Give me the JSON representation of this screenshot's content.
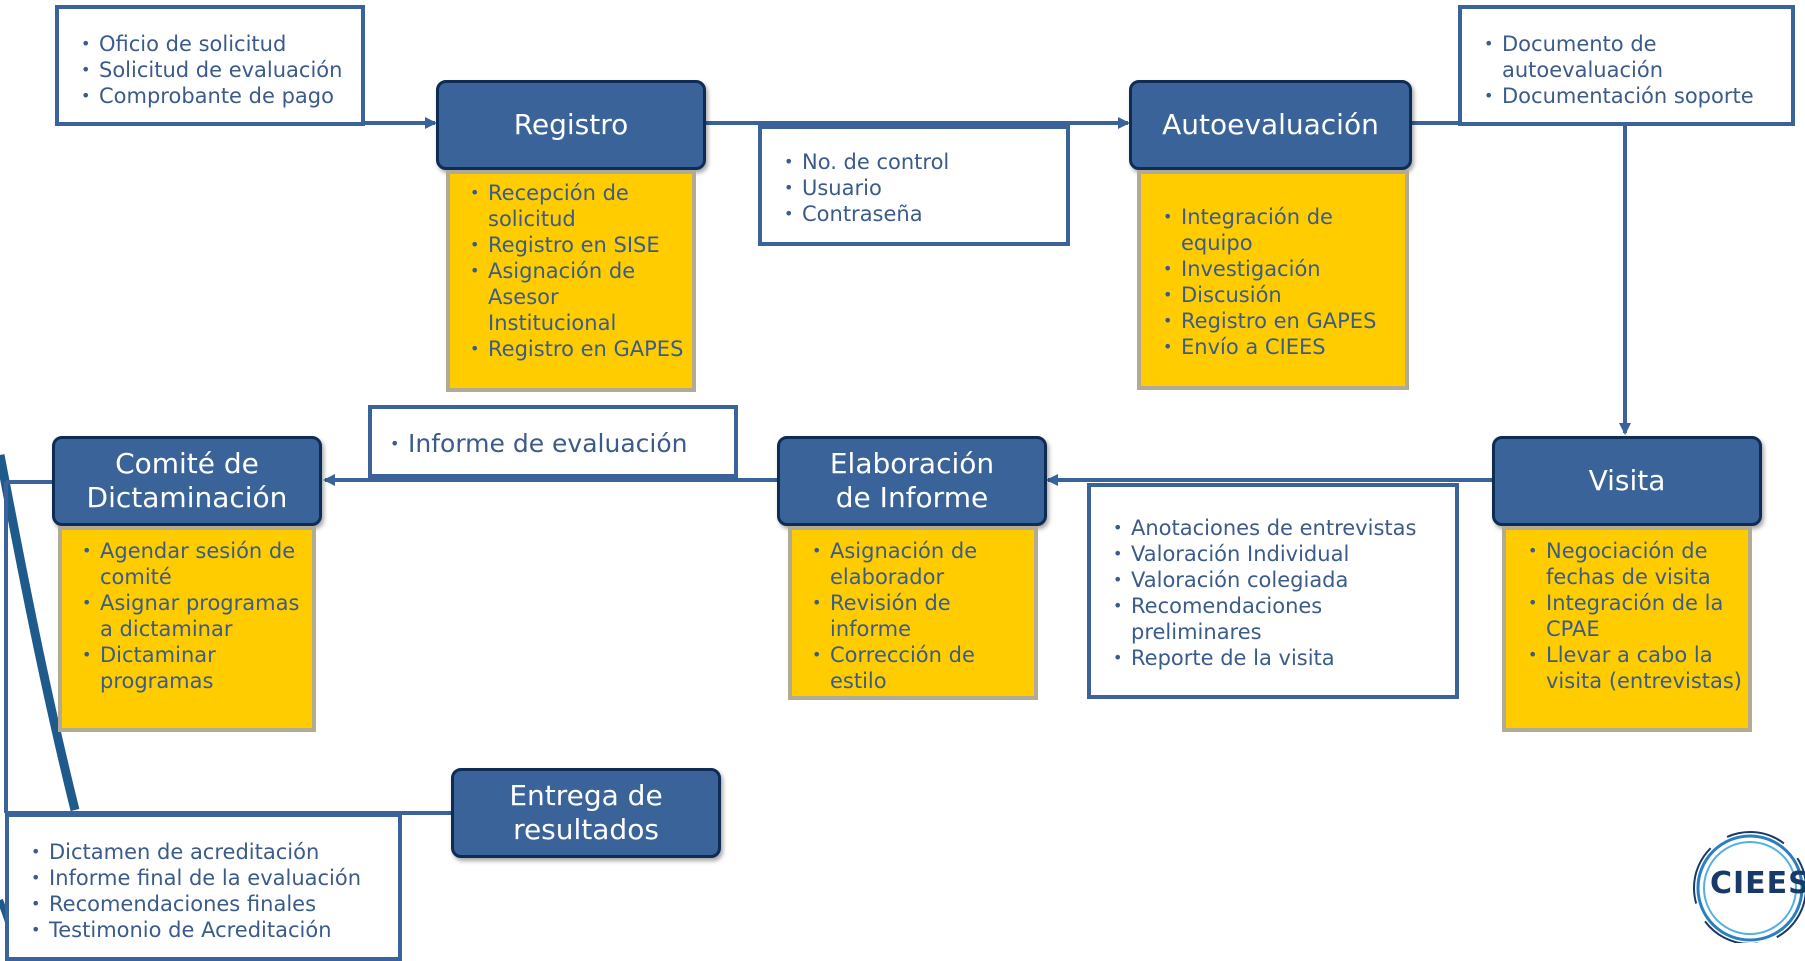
{
  "stages": {
    "registro": "Registro",
    "autoevaluacion": "Autoevaluación",
    "visita": "Visita",
    "elaboracion_line1": "Elaboración",
    "elaboracion_line2": "de Informe",
    "comite_line1": "Comité de",
    "comite_line2": "Dictaminación",
    "entrega_line1": "Entrega de",
    "entrega_line2": "resultados"
  },
  "notes": {
    "inputs": [
      "Oficio de solicitud",
      "Solicitud de evaluación",
      "Comprobante de pago"
    ],
    "credentials": [
      "No. de control",
      "Usuario",
      "Contraseña"
    ],
    "autoeval_docs": [
      "Documento de autoevaluación",
      "Documentación soporte"
    ],
    "visita_outputs": [
      "Anotaciones de entrevistas",
      "Valoración Individual",
      "Valoración colegiada",
      "Recomendaciones preliminares",
      "Reporte de la visita"
    ],
    "informe": [
      "Informe de evaluación"
    ],
    "resultados": [
      "Dictamen de acreditación",
      "Informe final de la evaluación",
      "Recomendaciones finales",
      "Testimonio de Acreditación"
    ]
  },
  "tasks": {
    "registro": [
      "Recepción de solicitud",
      "Registro en SISE",
      "Asignación de Asesor Institucional",
      "Registro en GAPES"
    ],
    "autoevaluacion": [
      "Integración de equipo",
      "Investigación",
      "Discusión",
      "Registro en GAPES",
      "Envío a CIEES"
    ],
    "visita": [
      "Negociación de fechas de visita",
      "Integración de la CPAE",
      "Llevar a cabo la visita (entrevistas)"
    ],
    "elaboracion": [
      "Asignación de elaborador",
      "Revisión de informe",
      "Corrección de estilo"
    ],
    "comite": [
      "Agendar sesión de comité",
      "Asignar programas a dictaminar",
      "Dictaminar programas"
    ]
  },
  "logo": {
    "text": "CIEES"
  },
  "colors": {
    "stage_fill": "#3a639a",
    "stage_border": "#0f2c55",
    "task_fill": "#ffcc00",
    "text": "#3b5b8a",
    "connector": "#3a639a"
  }
}
